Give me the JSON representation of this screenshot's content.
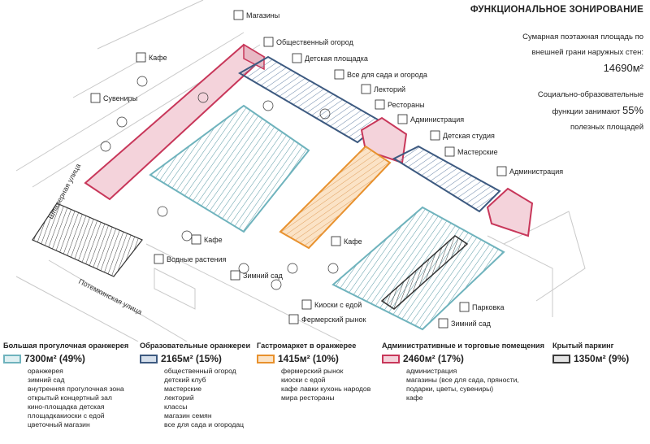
{
  "title": "ФУНКЦИОНАЛЬНОЕ ЗОНИРОВАНИЕ",
  "stats": {
    "line1": "Сумарная поэтажная площадь по",
    "line2": "внешней грани наружных стен:",
    "total": "14690м²",
    "line3": "Социально-образовательные",
    "line4_prefix": "функции занимают",
    "percent": "55%",
    "line5": "полезных площадей"
  },
  "streets": [
    "Шпалерная улица",
    "Потемкинская улица"
  ],
  "labels": [
    {
      "text": "Магазины",
      "icon": "shop-icon"
    },
    {
      "text": "Общественный огород",
      "icon": "garden-icon"
    },
    {
      "text": "Детская площадка",
      "icon": "playground-icon"
    },
    {
      "text": "Все для сада и огорода",
      "icon": "shovel-icon"
    },
    {
      "text": "Лекторий",
      "icon": "lecture-icon"
    },
    {
      "text": "Рестораны",
      "icon": "restaurant-icon"
    },
    {
      "text": "Администрация",
      "icon": "admin-icon"
    },
    {
      "text": "Детская студия",
      "icon": "kids-studio-icon"
    },
    {
      "text": "Мастерские",
      "icon": "workshop-icon"
    },
    {
      "text": "Администрация",
      "icon": "admin-icon"
    },
    {
      "text": "Кафе",
      "icon": "cafe-icon"
    },
    {
      "text": "Сувениры",
      "icon": "souvenir-icon"
    },
    {
      "text": "Кафе",
      "icon": "cafe-icon"
    },
    {
      "text": "Водные растения",
      "icon": "water-plants-icon"
    },
    {
      "text": "Зимний сад",
      "icon": "winter-garden-icon"
    },
    {
      "text": "Кафе",
      "icon": "cafe-icon"
    },
    {
      "text": "Киоски с едой",
      "icon": "kiosk-icon"
    },
    {
      "text": "Фермерский рынок",
      "icon": "market-icon"
    },
    {
      "text": "Парковка",
      "icon": "parking-icon"
    },
    {
      "text": "Зимний сад",
      "icon": "winter-garden-icon"
    }
  ],
  "legend": [
    {
      "heading": "Большая прогулочная оранжерея",
      "area": "7300м² (49%)",
      "color": "#6fb3bd",
      "fill": "#dff0f2",
      "items": [
        "оранжерея",
        "зимний сад",
        "внутренняя прогулочная зона",
        "открытый концертный зал",
        "кино-площадка детская",
        "площадкакиоски с едой",
        "цветочный магазин"
      ]
    },
    {
      "heading": "Образовательные оранжереи",
      "area": "2165м² (15%)",
      "color": "#3d5a80",
      "fill": "#d6e0ec",
      "items": [
        "общественный огород",
        "детский клуб",
        "мастерские",
        "лекторий",
        "классы",
        "магазин семян",
        "все для сада и огородац"
      ]
    },
    {
      "heading": "Гастромаркет в оранжерее",
      "area": "1415м² (10%)",
      "color": "#e8912d",
      "fill": "#fbe3c6",
      "items": [
        "фермерский рынок",
        "киоски с едой",
        "кафе лавки кухонь народов",
        "мира рестораны"
      ]
    },
    {
      "heading": "Административные и торговые помещения",
      "area": "2460м² (17%)",
      "color": "#c8375a",
      "fill": "#f4d3db",
      "items": [
        "администрация",
        "магазины (все для сада, пряности,",
        "подарки, цветы, сувениры)",
        "кафе"
      ]
    },
    {
      "heading": "Крытый паркинг",
      "area": "1350м² (9%)",
      "color": "#3a3a3a",
      "fill": "#e4e4e4",
      "items": []
    }
  ]
}
